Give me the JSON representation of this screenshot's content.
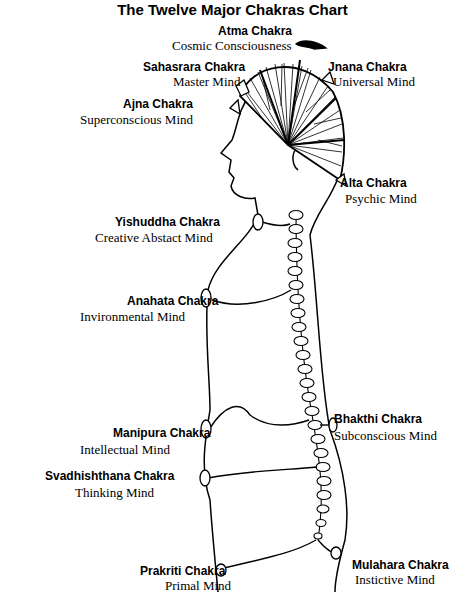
{
  "diagram": {
    "title": "The Twelve Major Chakras Chart",
    "labels": [
      "Atma Chakra",
      "Cosmic Consciousness",
      "Sahasrara Chakra",
      "Master Mind",
      "Jnana Chakra",
      "Universal Mind",
      "Ajna Chakra",
      "Superconscious Mind",
      "Alta Chakra",
      "Psychic Mind",
      "Yishuddha Chakra",
      "Creative Abstact Mind",
      "Anahata Chakra",
      "Invironmental Mind",
      "Bhakthi Chakra",
      "Subconscious Mind",
      "Manipura Chakra",
      "Intellectual Mind",
      "Svadhishthana Chakra",
      "Thinking Mind",
      "Prakriti Chakra",
      "Primal Mind",
      "Mulahara Chakra",
      "Instictive Mind"
    ]
  }
}
